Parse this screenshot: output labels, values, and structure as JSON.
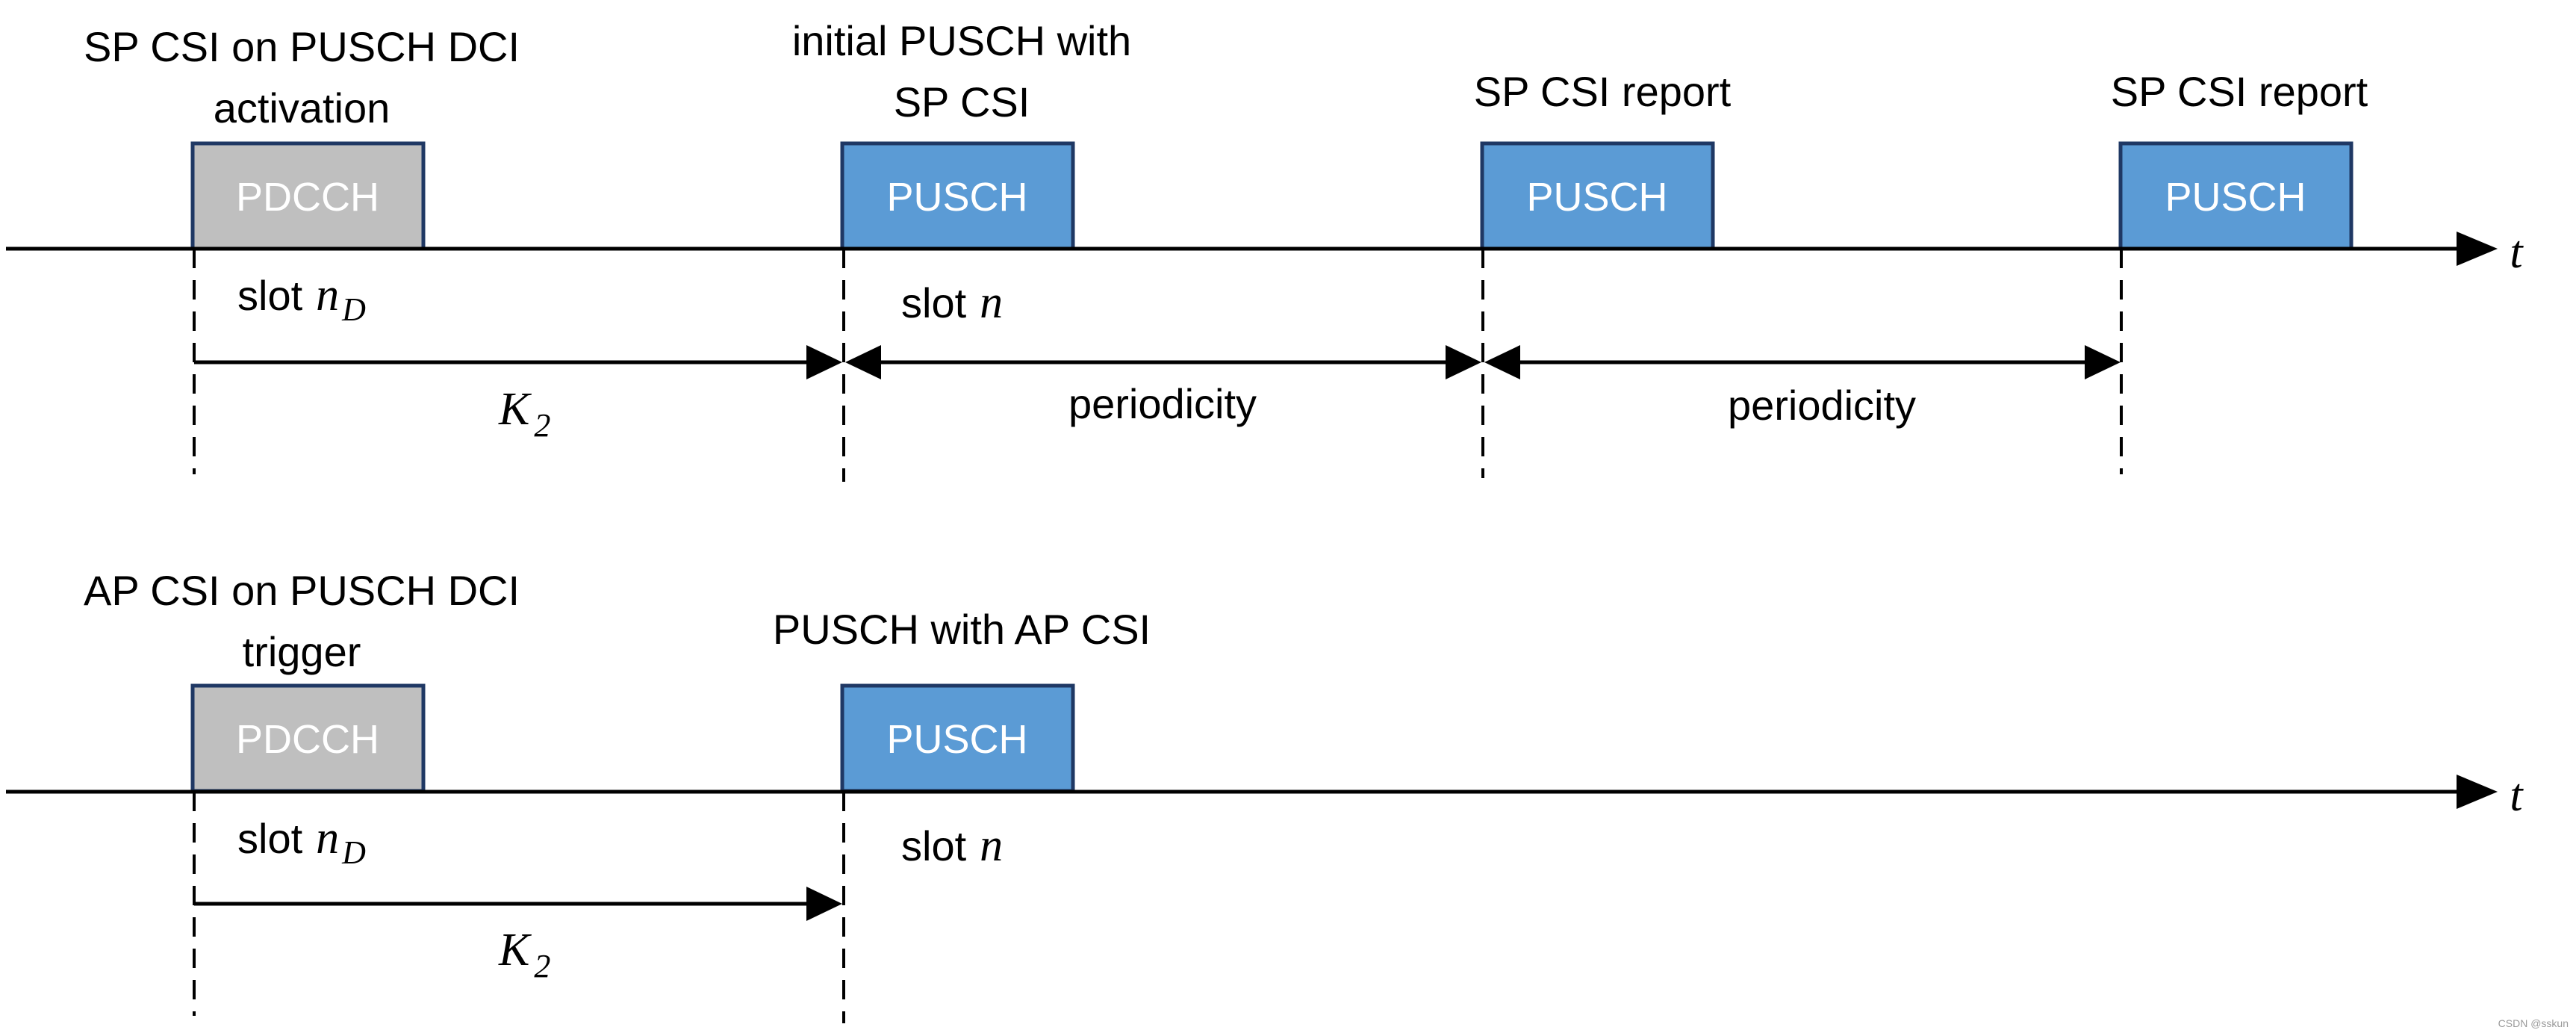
{
  "colors": {
    "pdcch_fill": "#bfbfbf",
    "pusch_fill": "#5b9bd5",
    "box_border": "#1f3864",
    "line": "#000000"
  },
  "top": {
    "label_activation_line1": "SP CSI on PUSCH DCI",
    "label_activation_line2": "activation",
    "label_initial_line1": "initial PUSCH with",
    "label_initial_line2": "SP CSI",
    "label_report_1": "SP CSI report",
    "label_report_2": "SP CSI report",
    "box_pdcch": "PDCCH",
    "box_pusch_1": "PUSCH",
    "box_pusch_2": "PUSCH",
    "box_pusch_3": "PUSCH",
    "time_axis": "t",
    "slot_nd_prefix": "slot",
    "slot_nd_var": "n",
    "slot_nd_sub": "D",
    "slot_n_prefix": "slot",
    "slot_n_var": "n",
    "k2_var": "K",
    "k2_sub": "2",
    "periodicity_1": "periodicity",
    "periodicity_2": "periodicity"
  },
  "bottom": {
    "label_trigger_line1": "AP CSI on PUSCH DCI",
    "label_trigger_line2": "trigger",
    "label_pusch": "PUSCH with AP CSI",
    "box_pdcch": "PDCCH",
    "box_pusch": "PUSCH",
    "time_axis": "t",
    "slot_nd_prefix": "slot",
    "slot_nd_var": "n",
    "slot_nd_sub": "D",
    "slot_n_prefix": "slot",
    "slot_n_var": "n",
    "k2_var": "K",
    "k2_sub": "2"
  },
  "watermark": "CSDN @sskun"
}
